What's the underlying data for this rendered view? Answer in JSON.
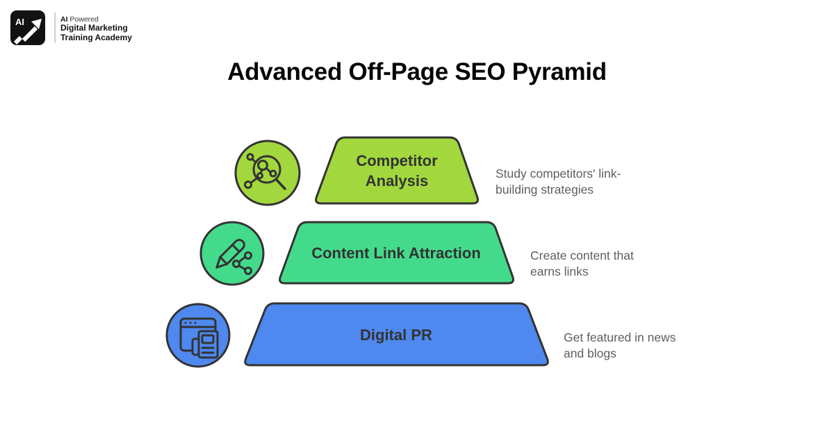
{
  "brand": {
    "mark_text": "AI",
    "tagline_bold": "AI",
    "tagline_rest": " Powered",
    "name_line1": "Digital Marketing",
    "name_line2": "Training Academy"
  },
  "title": "Advanced Off-Page SEO Pyramid",
  "colors": {
    "outline": "#333333",
    "tier_label": "#333333",
    "description_text": "#5b5f62"
  },
  "pyramid": {
    "tiers": [
      {
        "label": "Competitor\nAnalysis",
        "description": "Study competitors' link-\nbuilding strategies",
        "icon": "magnifier-network-icon",
        "color": "#a2d83e"
      },
      {
        "label": "Content Link Attraction",
        "description": "Create content that\nearns links",
        "icon": "pencil-share-icon",
        "color": "#44da8c"
      },
      {
        "label": "Digital PR",
        "description": "Get featured in news\nand blogs",
        "icon": "browser-news-icon",
        "color": "#4f88ef"
      }
    ]
  }
}
